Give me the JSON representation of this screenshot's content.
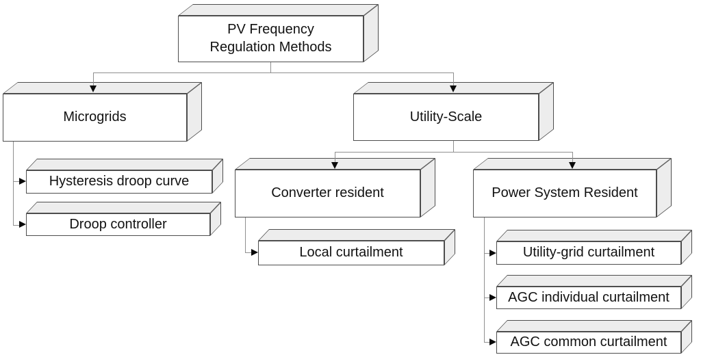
{
  "diagram": {
    "type": "hierarchy",
    "title": "PV Frequency Regulation Methods",
    "nodes": {
      "root": {
        "label": "PV Frequency\nRegulation Methods",
        "level": 0
      },
      "microgrids": {
        "label": "Microgrids",
        "level": 1
      },
      "utility_scale": {
        "label": "Utility-Scale",
        "level": 1
      },
      "hysteresis_droop_curve": {
        "label": "Hysteresis droop curve",
        "level": 2
      },
      "droop_controller": {
        "label": "Droop controller",
        "level": 2
      },
      "converter_resident": {
        "label": "Converter resident",
        "level": 2
      },
      "power_system_resident": {
        "label": "Power System Resident",
        "level": 2
      },
      "local_curtailment": {
        "label": "Local curtailment",
        "level": 3
      },
      "utility_grid_curtailment": {
        "label": "Utility-grid curtailment",
        "level": 3
      },
      "agc_individual_curtailment": {
        "label": "AGC individual curtailment",
        "level": 3
      },
      "agc_common_curtailment": {
        "label": "AGC common curtailment",
        "level": 3
      }
    },
    "edges": [
      {
        "from": "root",
        "to": "microgrids"
      },
      {
        "from": "root",
        "to": "utility_scale"
      },
      {
        "from": "microgrids",
        "to": "hysteresis_droop_curve"
      },
      {
        "from": "microgrids",
        "to": "droop_controller"
      },
      {
        "from": "utility_scale",
        "to": "converter_resident"
      },
      {
        "from": "utility_scale",
        "to": "power_system_resident"
      },
      {
        "from": "converter_resident",
        "to": "local_curtailment"
      },
      {
        "from": "power_system_resident",
        "to": "utility_grid_curtailment"
      },
      {
        "from": "power_system_resident",
        "to": "agc_individual_curtailment"
      },
      {
        "from": "power_system_resident",
        "to": "agc_common_curtailment"
      }
    ]
  },
  "colors": {
    "background": "#ffffff",
    "box_front": "#ffffff",
    "box_shade": "#ededed",
    "box_border": "#4d4d4d",
    "connector_line": "#8f8f8f",
    "arrowhead": "#0a0a0a",
    "text": "#111111"
  }
}
